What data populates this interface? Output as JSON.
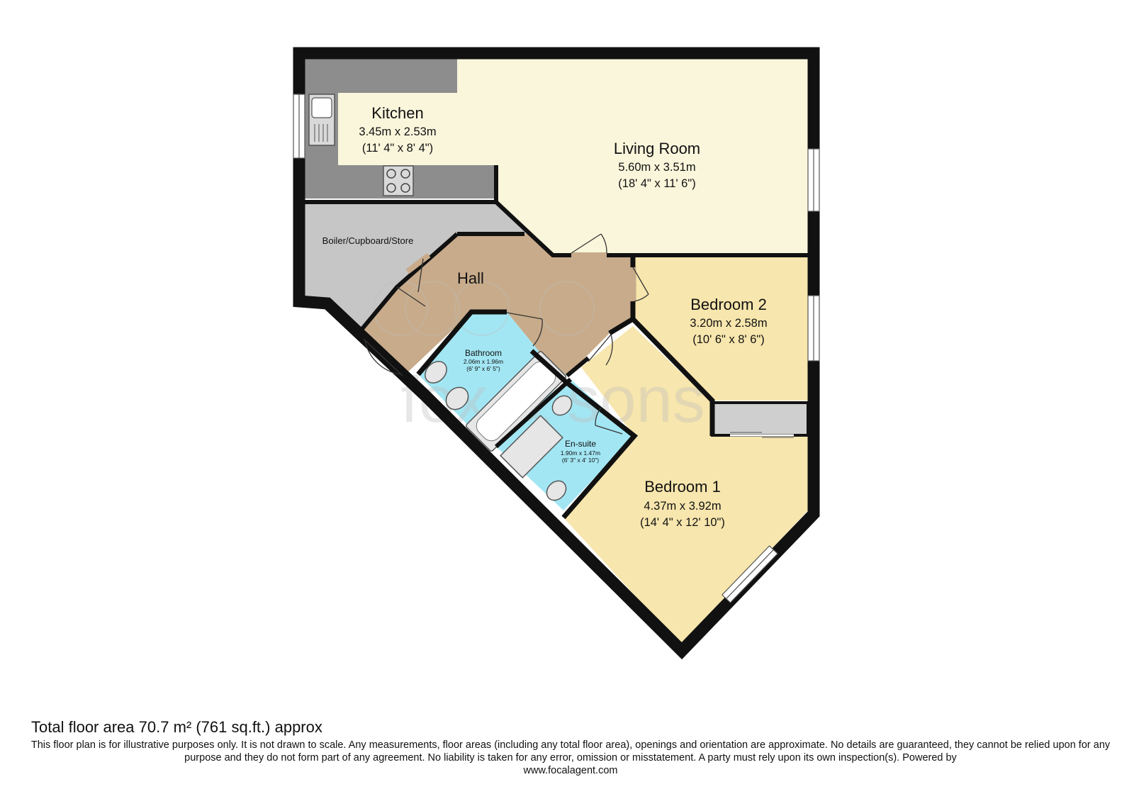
{
  "colors": {
    "wall": "#111111",
    "kitchen_worktop": "#8d8d8d",
    "living_floor": "#faf6dc",
    "hall_floor": "#c8ab8a",
    "bedroom_floor": "#f7e6ad",
    "bathroom_floor": "#a3e6f3",
    "store_floor": "#c6c6c6",
    "watermark": "#bdbdbd"
  },
  "rooms": {
    "kitchen": {
      "name": "Kitchen",
      "metric": "3.45m x 2.53m",
      "imperial": "(11' 4\" x 8' 4\")"
    },
    "living": {
      "name": "Living Room",
      "metric": "5.60m x 3.51m",
      "imperial": "(18' 4\" x 11' 6\")"
    },
    "store": {
      "name": "Boiler/Cupboard/Store"
    },
    "hall": {
      "name": "Hall"
    },
    "bedroom2": {
      "name": "Bedroom 2",
      "metric": "3.20m x 2.58m",
      "imperial": "(10' 6\" x 8' 6\")"
    },
    "bathroom": {
      "name": "Bathroom",
      "metric": "2.06m x 1.96m",
      "imperial": "(6' 9\" x 6' 5\")"
    },
    "ensuite": {
      "name": "En-suite",
      "metric": "1.90m x 1.47m",
      "imperial": "(6' 3\" x 4' 10\")"
    },
    "bedroom1": {
      "name": "Bedroom 1",
      "metric": "4.37m x 3.92m",
      "imperial": "(14' 4\" x 12' 10\")"
    }
  },
  "watermark": {
    "text": "fox & sons"
  },
  "footer": {
    "total_area": "Total floor area 70.7 m² (761 sq.ft.) approx",
    "disclaimer": "This floor plan is for illustrative purposes only. It is not drawn to scale. Any measurements, floor areas (including any total floor area), openings and orientation are approximate. No details are guaranteed, they cannot be relied upon for any purpose and they do not form part of any agreement. No liability is taken for any error, omission or misstatement. A party must rely upon its own inspection(s). Powered by",
    "url": "www.focalagent.com"
  }
}
